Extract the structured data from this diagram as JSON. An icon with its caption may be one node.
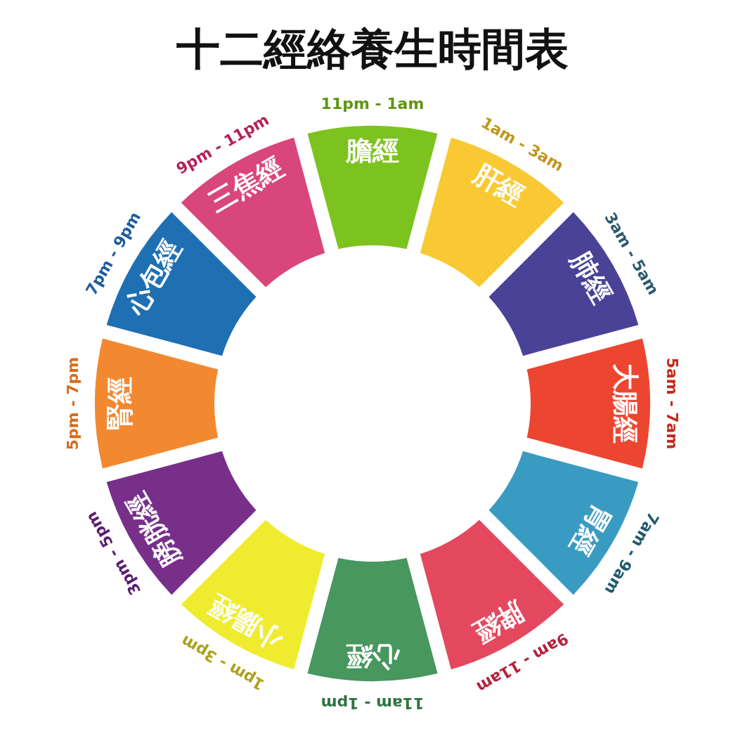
{
  "diagram": {
    "title": "十二經絡養生時間表",
    "nodes": [
      {
        "text": [
          "膽經"
        ],
        "beside": [
          "11pm - 1am"
        ]
      },
      {
        "text": [
          "肝經"
        ],
        "beside": [
          "1am - 3am"
        ]
      },
      {
        "text": [
          "肺經"
        ],
        "beside": [
          "3am - 5am"
        ]
      },
      {
        "text": [
          "大腸經"
        ],
        "beside": [
          "5am - 7am"
        ]
      },
      {
        "text": [
          "胃經"
        ],
        "beside": [
          "7am - 9am"
        ]
      },
      {
        "text": [
          "脾經"
        ],
        "beside": [
          "9am - 11am"
        ]
      },
      {
        "text": [
          "心經"
        ],
        "beside": [
          "11am - 1pm"
        ]
      },
      {
        "text": [
          "小腸經"
        ],
        "beside": [
          "1pm - 3pm"
        ]
      },
      {
        "text": [
          "膀胱經"
        ],
        "beside": [
          "3pm - 5pm"
        ]
      },
      {
        "text": [
          "腎經"
        ],
        "beside": [
          "5pm - 7pm"
        ]
      },
      {
        "text": [
          "心包經"
        ],
        "beside": [
          "7pm - 9pm"
        ]
      },
      {
        "text": [
          "三焦經"
        ],
        "beside": [
          "9pm - 11pm"
        ]
      }
    ]
  }
}
